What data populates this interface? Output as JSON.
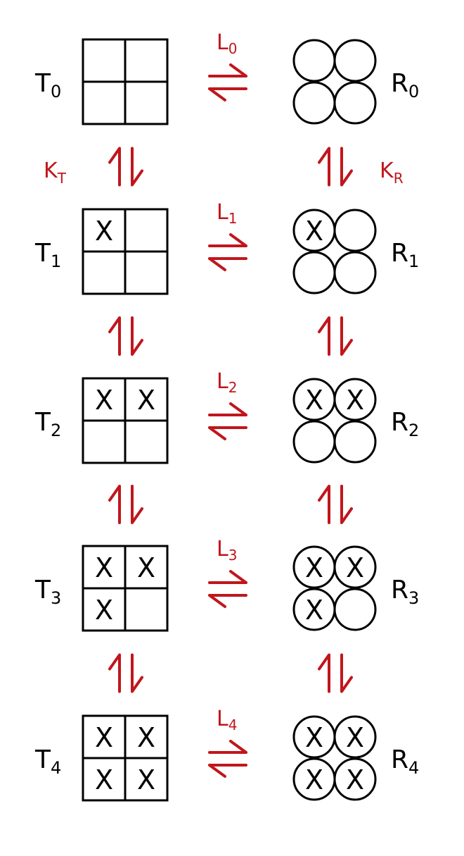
{
  "colors": {
    "ink": "#000000",
    "accent": "#c0161c"
  },
  "mark": "X",
  "equilibrium_symbol": "arrows-equilibrium-icon",
  "rate_constants": {
    "left": {
      "base": "K",
      "sub": "T"
    },
    "right": {
      "base": "K",
      "sub": "R"
    }
  },
  "states": [
    {
      "t_base": "T",
      "t_sub": "0",
      "r_base": "R",
      "r_sub": "0",
      "l_base": "L",
      "l_sub": "0",
      "bound": 0
    },
    {
      "t_base": "T",
      "t_sub": "1",
      "r_base": "R",
      "r_sub": "1",
      "l_base": "L",
      "l_sub": "1",
      "bound": 1
    },
    {
      "t_base": "T",
      "t_sub": "2",
      "r_base": "R",
      "r_sub": "2",
      "l_base": "L",
      "l_sub": "2",
      "bound": 2
    },
    {
      "t_base": "T",
      "t_sub": "3",
      "r_base": "R",
      "r_sub": "3",
      "l_base": "L",
      "l_sub": "3",
      "bound": 3
    },
    {
      "t_base": "T",
      "t_sub": "4",
      "r_base": "R",
      "r_sub": "4",
      "l_base": "L",
      "l_sub": "4",
      "bound": 4
    }
  ]
}
